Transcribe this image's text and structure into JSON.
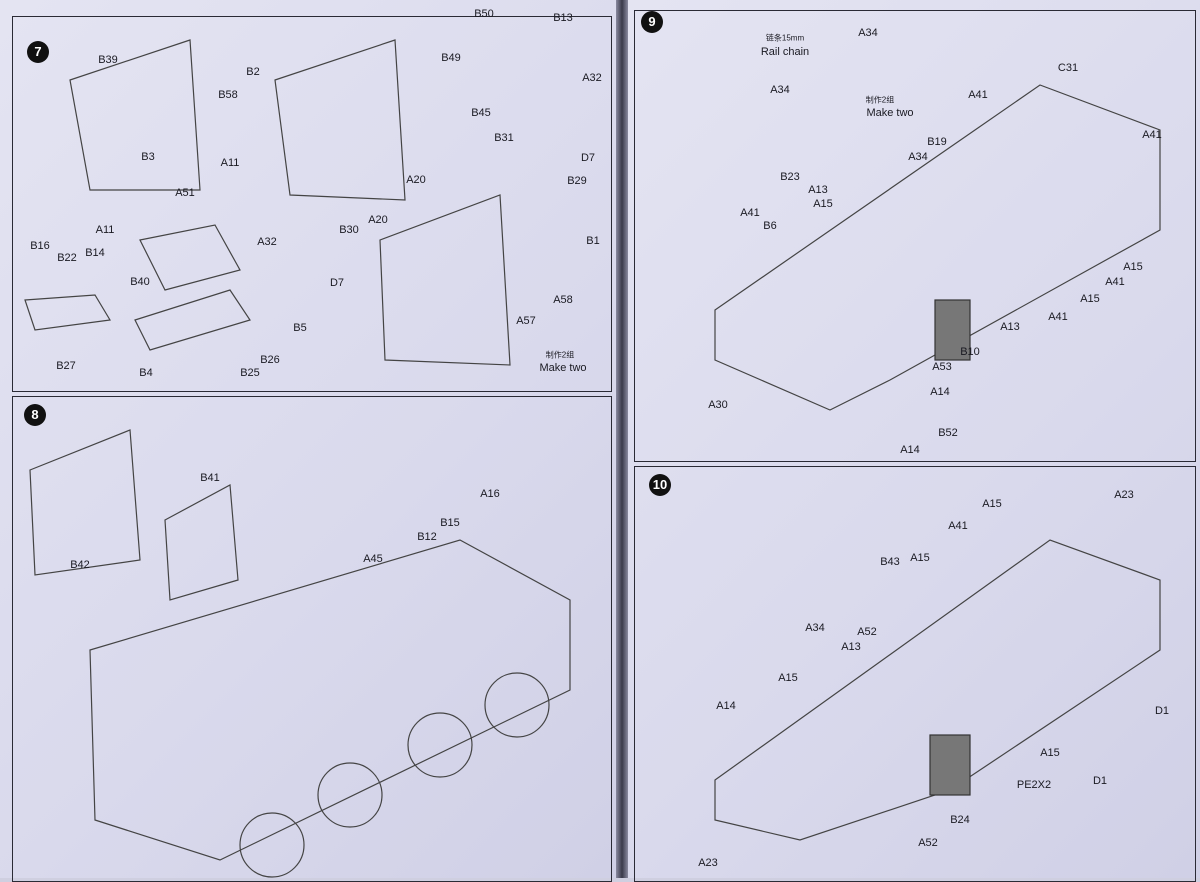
{
  "steps": [
    {
      "number": "7",
      "labels": [
        "B39",
        "B2",
        "B58",
        "B3",
        "A11",
        "A51",
        "A11",
        "B16",
        "B22",
        "B14",
        "B40",
        "B27",
        "B4",
        "B25",
        "B26",
        "B5",
        "A32",
        "B30",
        "D7",
        "B49",
        "B50",
        "B45",
        "B13",
        "A32",
        "B31",
        "D7",
        "B29",
        "A20",
        "A20",
        "B1",
        "A58",
        "A57",
        "制作2组",
        "Make two"
      ]
    },
    {
      "number": "8",
      "labels": [
        "B41",
        "B42",
        "A16",
        "B15",
        "B12",
        "A45"
      ]
    },
    {
      "number": "9",
      "labels": [
        "链条15mm",
        "Rail chain",
        "A34",
        "A34",
        "制作2组",
        "Make two",
        "C31",
        "A41",
        "A41",
        "B19",
        "A34",
        "B23",
        "A13",
        "A15",
        "A41",
        "B6",
        "A15",
        "A41",
        "A15",
        "A41",
        "A13",
        "B10",
        "A53",
        "A14",
        "A30",
        "B52",
        "A14"
      ]
    },
    {
      "number": "10",
      "labels": [
        "A23",
        "A15",
        "A41",
        "B43",
        "A15",
        "A52",
        "A34",
        "A13",
        "A15",
        "A14",
        "D1",
        "D1",
        "A15",
        "PE2X2",
        "B24",
        "A52",
        "A23"
      ]
    }
  ]
}
